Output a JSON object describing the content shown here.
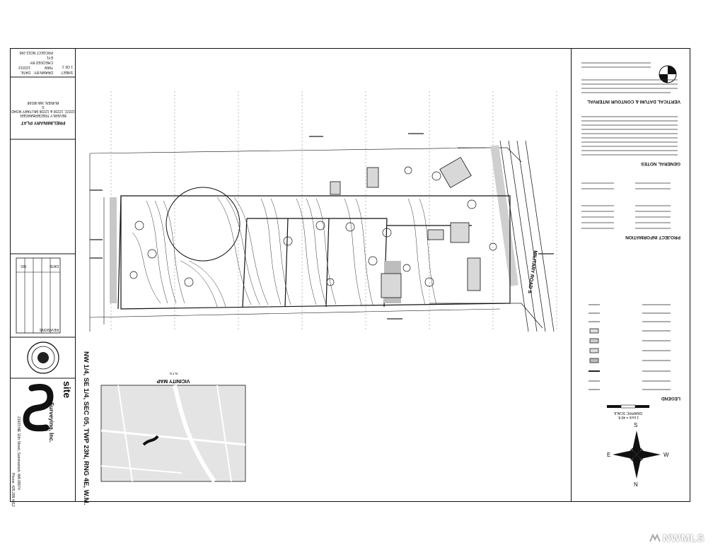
{
  "title_block": {
    "project_no_label": "PROJECT NO.",
    "project_no": "12-245",
    "drawn_by_label": "DRAWN BY:",
    "drawn_by": "TMW",
    "checked_by_label": "CHECKED BY:",
    "checked_by": "EYL",
    "date_label": "DATE:",
    "date": "1/22/13",
    "sheet_label": "SHEET",
    "sheet_of": "1 OF 1",
    "plat_title": "PRELIMINARY PLAT",
    "plat_name": "BEVERLY TREDERBARGER",
    "address_line": "12222, 12230 & 12236 MILITARY ROAD S",
    "city_line": "BURIEN, WA 98168",
    "revisions_label": "REVISIONS",
    "date_col_label": "DATE",
    "no_col_label": "NO."
  },
  "section_text": "NW 1/4, SE 1/4, SEC 05, TWP 23N, RNG 4E, W.M.",
  "vicinity": {
    "title": "VICINITY MAP",
    "scale": "N.T.S."
  },
  "company": {
    "name_big": "site",
    "name_sub": "Surveying, Inc.",
    "address": "21923 NE 11th Street, Sammamish, WA 98074",
    "phone": "Phone: 425.298.4412"
  },
  "road_label": "MILITARY ROAD S",
  "notes": {
    "vertical_datum_title": "VERTICAL DATUM & CONTOUR INTERVAL",
    "general_notes_title": "GENERAL NOTES",
    "project_info_title": "PROJECT INFORMATION",
    "legend_title": "LEGEND",
    "graphic_scale": "GRAPHIC SCALE",
    "scale_text": "1 inch = 40 ft."
  },
  "compass": {
    "n": "N",
    "s": "S",
    "e": "E",
    "w": "W"
  },
  "watermark": "NWMLS"
}
